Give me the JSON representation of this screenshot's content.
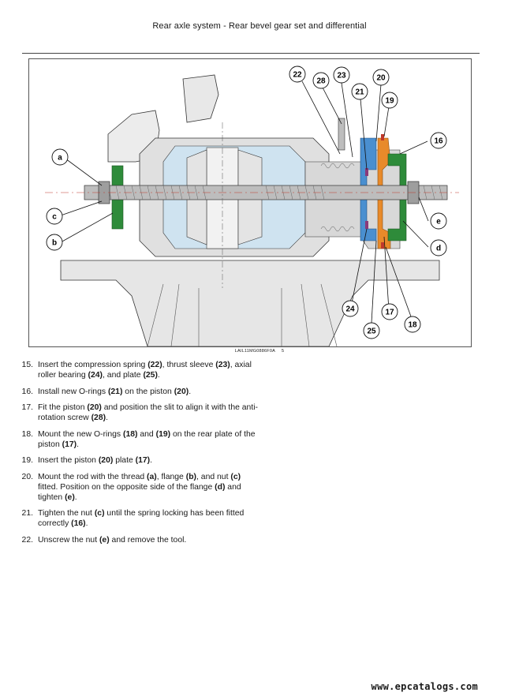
{
  "header": {
    "title": "Rear axle system - Rear bevel gear set and differential"
  },
  "figure": {
    "caption_code": "LAIL11MG0886F0A",
    "caption_index": "5",
    "callouts": [
      {
        "id": "a"
      },
      {
        "id": "c"
      },
      {
        "id": "b"
      },
      {
        "id": "22"
      },
      {
        "id": "28"
      },
      {
        "id": "23"
      },
      {
        "id": "21"
      },
      {
        "id": "20"
      },
      {
        "id": "19"
      },
      {
        "id": "16"
      },
      {
        "id": "e"
      },
      {
        "id": "d"
      },
      {
        "id": "24"
      },
      {
        "id": "25"
      },
      {
        "id": "17"
      },
      {
        "id": "18"
      }
    ],
    "colors": {
      "green": "#2e8b3a",
      "blue": "#4a8fd0",
      "orange": "#e88a2a",
      "purple": "#8a3a7a",
      "lightblue": "#cfe3f0",
      "gray": "#d9d9d9"
    }
  },
  "steps": [
    {
      "num": "15.",
      "parts": [
        [
          "Insert the compression spring ",
          false
        ],
        [
          "(22)",
          true
        ],
        [
          ", thrust sleeve ",
          false
        ],
        [
          "(23)",
          true
        ],
        [
          ", axial roller bearing ",
          false
        ],
        [
          "(24)",
          true
        ],
        [
          ", and plate ",
          false
        ],
        [
          "(25)",
          true
        ],
        [
          ".",
          false
        ]
      ]
    },
    {
      "num": "16.",
      "parts": [
        [
          "Install new O-rings ",
          false
        ],
        [
          "(21)",
          true
        ],
        [
          " on the piston ",
          false
        ],
        [
          "(20)",
          true
        ],
        [
          ".",
          false
        ]
      ]
    },
    {
      "num": "17.",
      "parts": [
        [
          "Fit the piston ",
          false
        ],
        [
          "(20)",
          true
        ],
        [
          " and position the slit to align it with the anti-rotation screw ",
          false
        ],
        [
          "(28)",
          true
        ],
        [
          ".",
          false
        ]
      ]
    },
    {
      "num": "18.",
      "parts": [
        [
          "Mount the new O-rings ",
          false
        ],
        [
          "(18)",
          true
        ],
        [
          " and ",
          false
        ],
        [
          "(19)",
          true
        ],
        [
          " on the rear plate of the piston ",
          false
        ],
        [
          "(17)",
          true
        ],
        [
          ".",
          false
        ]
      ]
    },
    {
      "num": "19.",
      "parts": [
        [
          "Insert the piston ",
          false
        ],
        [
          "(20)",
          true
        ],
        [
          " plate ",
          false
        ],
        [
          "(17)",
          true
        ],
        [
          ".",
          false
        ]
      ]
    },
    {
      "num": "20.",
      "parts": [
        [
          "Mount the rod with the thread ",
          false
        ],
        [
          "(a)",
          true
        ],
        [
          ", flange ",
          false
        ],
        [
          "(b)",
          true
        ],
        [
          ", and nut ",
          false
        ],
        [
          "(c)",
          true
        ],
        [
          " fitted.  Position on the opposite side of the flange ",
          false
        ],
        [
          "(d)",
          true
        ],
        [
          " and tighten ",
          false
        ],
        [
          "(e)",
          true
        ],
        [
          ".",
          false
        ]
      ]
    },
    {
      "num": "21.",
      "parts": [
        [
          "Tighten the nut ",
          false
        ],
        [
          "(c)",
          true
        ],
        [
          " until the spring locking has been fitted correctly ",
          false
        ],
        [
          "(16)",
          true
        ],
        [
          ".",
          false
        ]
      ]
    },
    {
      "num": "22.",
      "parts": [
        [
          "Unscrew the nut ",
          false
        ],
        [
          "(e)",
          true
        ],
        [
          " and remove the tool.",
          false
        ]
      ]
    }
  ],
  "footer": {
    "url": "www.epcatalogs.com"
  }
}
